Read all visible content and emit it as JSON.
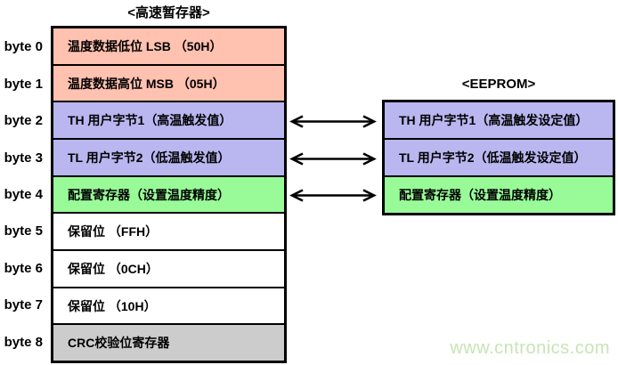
{
  "scratchpad": {
    "title": "<高速暂存器>",
    "rows": [
      {
        "label": "byte 0",
        "text": "温度数据低位 LSB （50H）",
        "color": "#ffc1b0"
      },
      {
        "label": "byte 1",
        "text": "温度数据高位 MSB （05H）",
        "color": "#ffc1b0"
      },
      {
        "label": "byte 2",
        "text": "TH 用户字节1（高温触发值）",
        "color": "#b9b6f0"
      },
      {
        "label": "byte 3",
        "text": "TL 用户字节2（低温触发值）",
        "color": "#b9b6f0"
      },
      {
        "label": "byte 4",
        "text": "配置寄存器（设置温度精度）",
        "color": "#98fb98"
      },
      {
        "label": "byte 5",
        "text": "保留位 （FFH）",
        "color": "#ffffff"
      },
      {
        "label": "byte 6",
        "text": "保留位 （0CH）",
        "color": "#ffffff"
      },
      {
        "label": "byte 7",
        "text": "保留位 （10H）",
        "color": "#ffffff"
      },
      {
        "label": "byte 8",
        "text": "CRC校验位寄存器",
        "color": "#cccccc"
      }
    ]
  },
  "eeprom": {
    "title": "<EEPROM>",
    "rows": [
      {
        "text": "TH 用户字节1（高温触发设定值）",
        "color": "#b9b6f0"
      },
      {
        "text": "TL 用户字节2（低温触发设定值）",
        "color": "#b9b6f0"
      },
      {
        "text": "配置寄存器（设置温度精度）",
        "color": "#98fb98"
      }
    ]
  },
  "icons": {
    "arrow": "bidirectional-arrow",
    "arrow_count": 3
  },
  "colors": {
    "border": "#000000",
    "temperature_rows": "#ffc1b0",
    "trigger_rows": "#b9b6f0",
    "config_row": "#98fb98",
    "crc_row": "#cccccc",
    "watermark": "#c6e5b5"
  },
  "watermark": {
    "text": "www.cntronics.com"
  }
}
